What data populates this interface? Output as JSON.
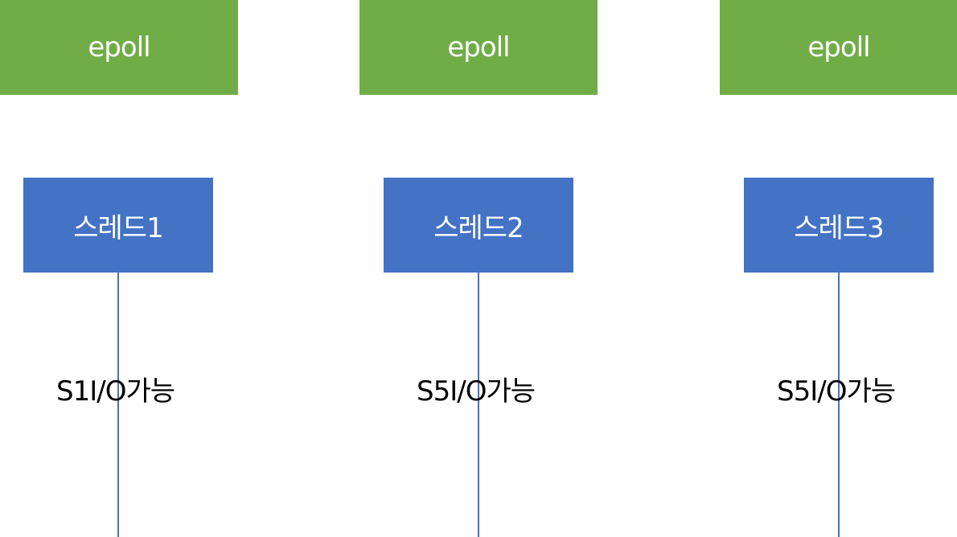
{
  "columns": [
    {
      "epoll_label": "epoll",
      "thread_label": "스레드1",
      "io_label": "S1I/O가능"
    },
    {
      "epoll_label": "epoll",
      "thread_label": "스레드2",
      "io_label": "S5I/O가능"
    },
    {
      "epoll_label": "epoll",
      "thread_label": "스레드3",
      "io_label": "S5I/O가능"
    }
  ],
  "colors": {
    "epoll_fill": "#70ad47",
    "thread_fill": "#4472c4",
    "timeline": "#4472c4",
    "box_text": "#ffffff",
    "label_text": "#000000"
  }
}
